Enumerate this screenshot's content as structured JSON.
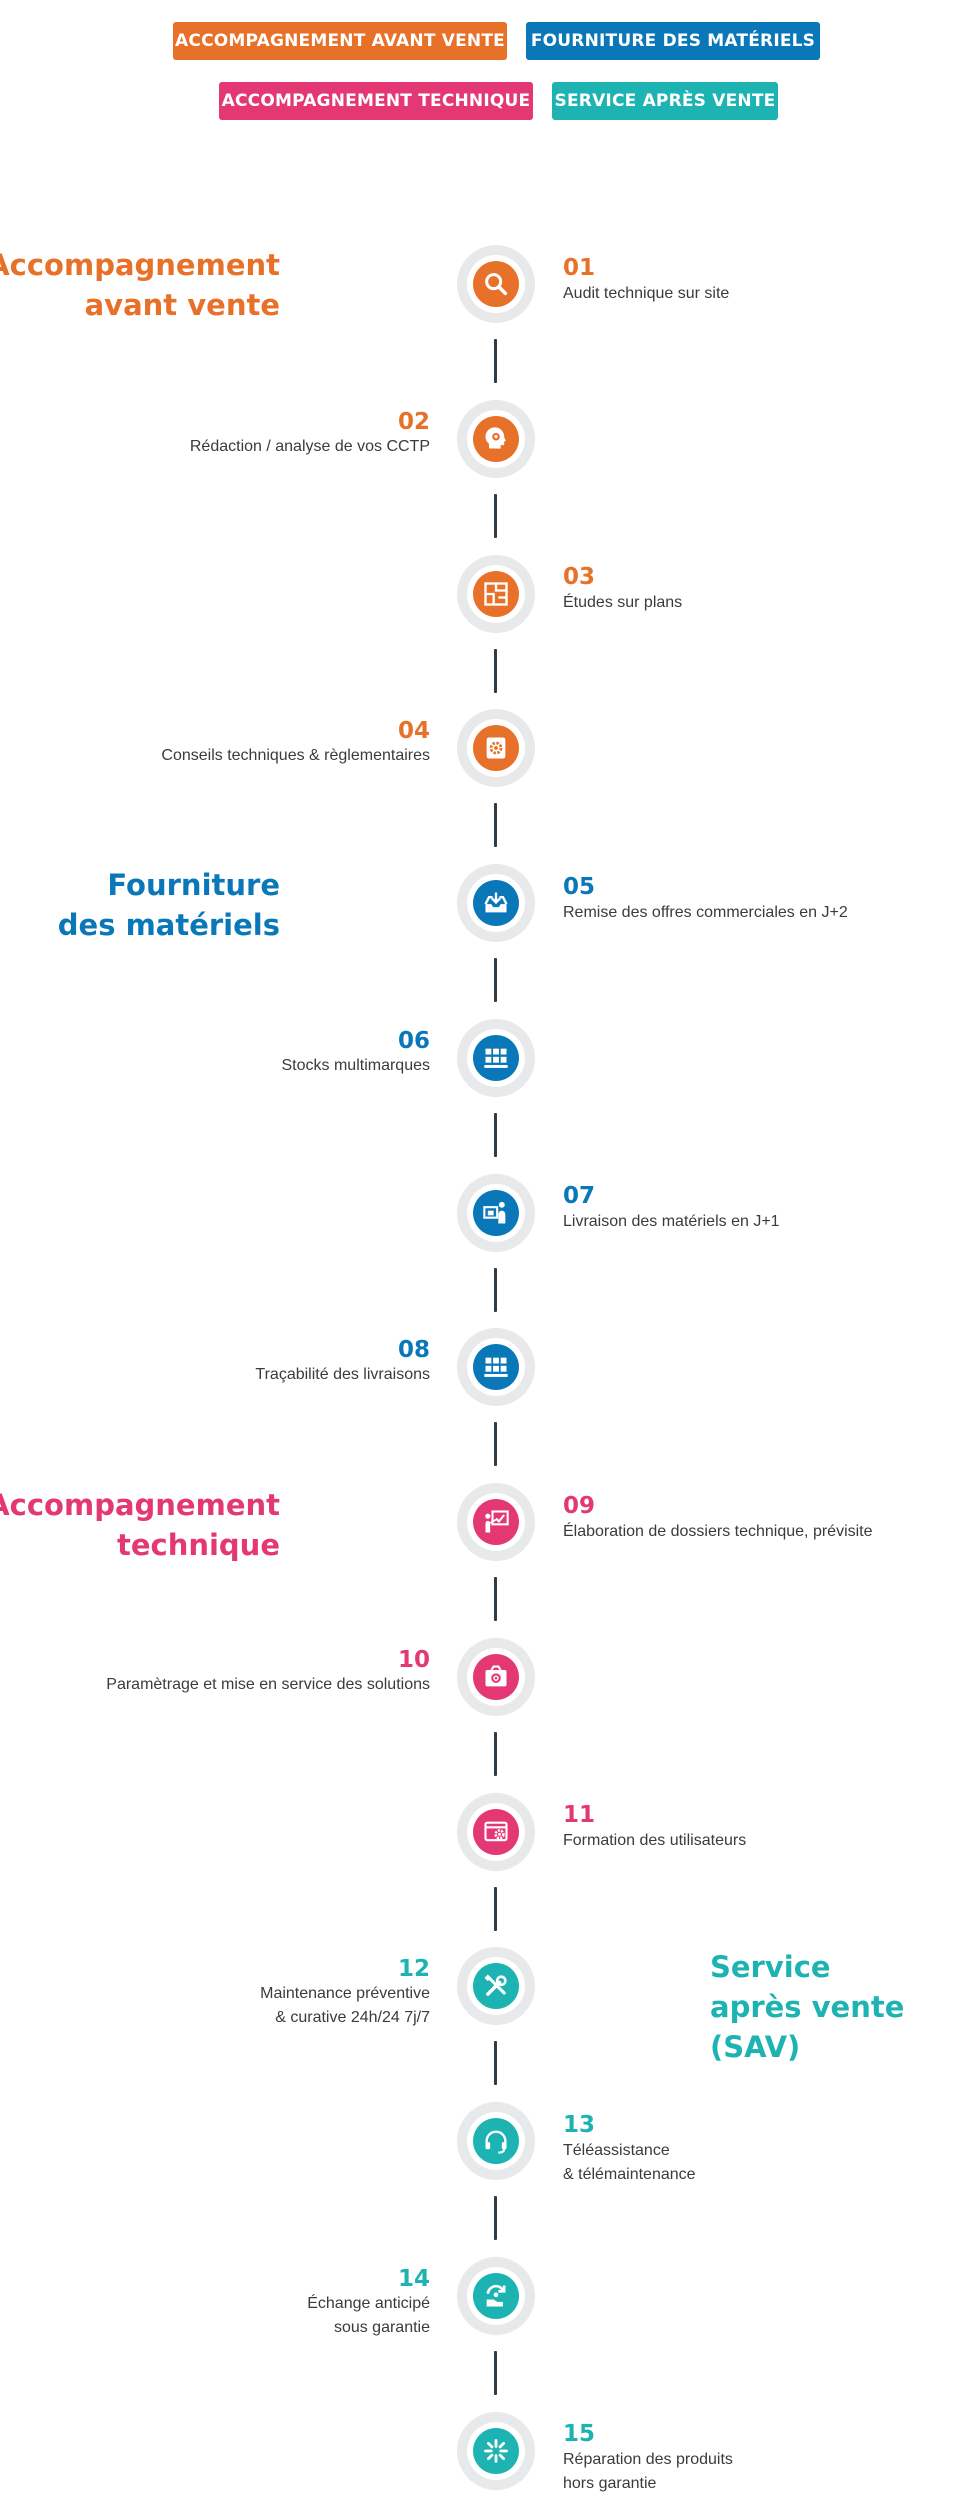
{
  "colors": {
    "orange": "#e8712a",
    "blue": "#0a78b8",
    "pink": "#e33873",
    "teal": "#1db3b3",
    "ring": "#e7e9ea",
    "line": "#2f3c45",
    "text": "#3b3b3b"
  },
  "filters": [
    {
      "label": "ACCOMPAGNEMENT AVANT VENTE",
      "color": "#e8712a"
    },
    {
      "label": "FOURNITURE DES MATÉRIELS",
      "color": "#0a78b8"
    },
    {
      "label": "ACCOMPAGNEMENT TECHNIQUE",
      "color": "#e33873"
    },
    {
      "label": "SERVICE APRÈS VENTE",
      "color": "#1db3b3"
    }
  ],
  "categories": [
    {
      "line1": "Accompagnement",
      "line2": "avant vente"
    },
    {
      "line1": "Fourniture",
      "line2": "des matériels"
    },
    {
      "line1": "Accompagnement",
      "line2": "technique"
    },
    {
      "line1": "Service",
      "line2": "après vente (SAV)"
    }
  ],
  "steps": [
    {
      "num": "01",
      "line1": "Audit technique sur site",
      "line2": "",
      "icon": "search-icon"
    },
    {
      "num": "02",
      "line1": "Rédaction / analyse de vos CCTP",
      "line2": "",
      "icon": "head-gear-icon"
    },
    {
      "num": "03",
      "line1": "Études sur plans",
      "line2": "",
      "icon": "floor-plan-icon"
    },
    {
      "num": "04",
      "line1": "Conseils techniques & règlementaires",
      "line2": "",
      "icon": "settings-document-icon"
    },
    {
      "num": "05",
      "line1": "Remise des offres commerciales en J+2",
      "line2": "",
      "icon": "inbox-download-icon"
    },
    {
      "num": "06",
      "line1": "Stocks multimarques",
      "line2": "",
      "icon": "stock-boxes-icon"
    },
    {
      "num": "07",
      "line1": "Livraison des matériels en J+1",
      "line2": "",
      "icon": "delivery-person-icon"
    },
    {
      "num": "08",
      "line1": "Traçabilité des livraisons",
      "line2": "",
      "icon": "tracking-boxes-icon"
    },
    {
      "num": "09",
      "line1": "Élaboration de dossiers technique, prévisite",
      "line2": "",
      "icon": "presentation-board-icon"
    },
    {
      "num": "10",
      "line1": "Paramètrage et mise en service des solutions",
      "line2": "",
      "icon": "device-setup-icon"
    },
    {
      "num": "11",
      "line1": "Formation des utilisateurs",
      "line2": "",
      "icon": "browser-settings-icon"
    },
    {
      "num": "12",
      "line1": "Maintenance préventive",
      "line2": "& curative 24h/24 7j/7",
      "icon": "tools-icon"
    },
    {
      "num": "13",
      "line1": "Téléassistance",
      "line2": "& télémaintenance",
      "icon": "headset-icon"
    },
    {
      "num": "14",
      "line1": "Échange anticipé",
      "line2": "sous garantie",
      "icon": "exchange-icon"
    },
    {
      "num": "15",
      "line1": "Réparation des produits",
      "line2": "hors garantie",
      "icon": "repair-burst-icon"
    }
  ]
}
